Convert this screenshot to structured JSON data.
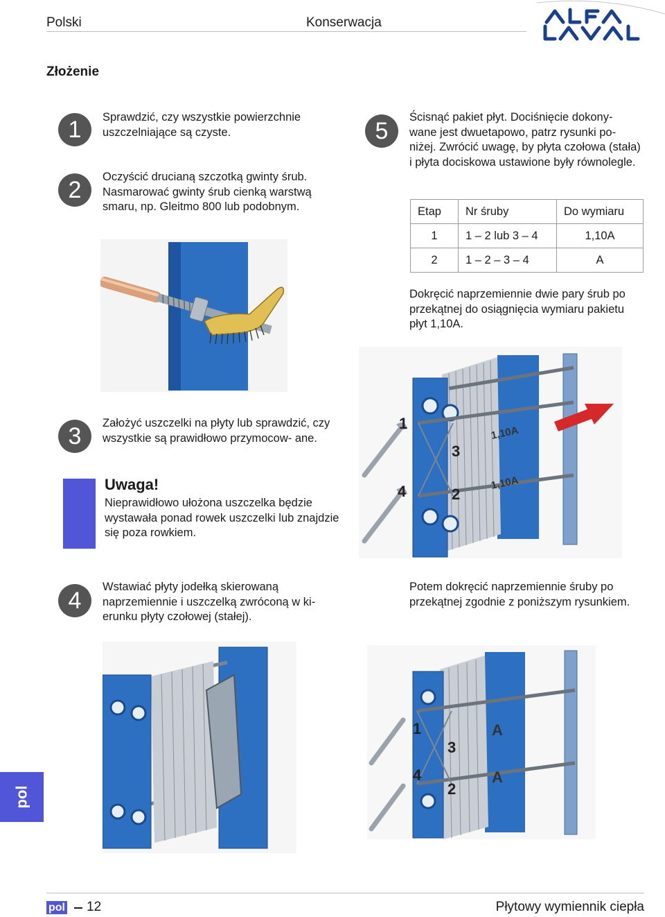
{
  "header": {
    "language": "Polski",
    "section": "Konserwacja"
  },
  "page_title": "Złożenie",
  "steps": {
    "s1": {
      "num": "1",
      "text": "Sprawdzić, czy wszystkie powierzchnie uszczelniające są czyste."
    },
    "s2": {
      "num": "2",
      "text": "Oczyścić drucianą szczotką gwinty śrub. Nasmarować gwinty śrub cienką warstwą smaru, np. Gleitmo 800 lub podobnym."
    },
    "s3": {
      "num": "3",
      "text": "Założyć uszczelki na płyty lub sprawdzić, czy wszystkie są prawidłowo przymocow- ane."
    },
    "s4": {
      "num": "4",
      "text": "Wstawiać płyty jodełką skierowaną naprzemiennie i uszczelką zwróconą w ki- erunku płyty czołowej (stałej)."
    },
    "s5": {
      "num": "5",
      "text": "Ścisnąć pakiet płyt. Dociśnięcie dokony- wane jest dwuetapowo, patrz rysunki po- niżej. Zwrócić uwagę, by płyta czołowa (stała) i płyta dociskowa ustawione były równolegle."
    }
  },
  "warning": {
    "title": "Uwaga!",
    "text": "Nieprawidłowo ułożona uszczelka będzie wystawała ponad rowek uszczelki lub znajdzie się poza rowkiem."
  },
  "table": {
    "headers": [
      "Etap",
      "Nr śruby",
      "Do wymiaru"
    ],
    "rows": [
      [
        "1",
        "1 – 2 lub 3 – 4",
        "1,10A"
      ],
      [
        "2",
        "1 – 2 – 3 – 4",
        "A"
      ]
    ]
  },
  "text_tighten_1": "Dokręcić naprzemiennie dwie pary śrub po przekątnej do osiągnięcia wymiaru pakietu płyt 1,10A.",
  "text_tighten_2": "Potem dokręcić naprzemiennie śruby po przekątnej zgodnie z poniższym rysunkiem.",
  "figure_labels": {
    "fig1": {
      "b1": "1",
      "b2": "2",
      "b3": "3",
      "b4": "4",
      "dim": "1,10A"
    },
    "fig2": {
      "b1": "1",
      "b2": "2",
      "b3": "3",
      "b4": "4",
      "dim": "A"
    }
  },
  "side_tab": "pol",
  "footer": {
    "lang_code": "pol",
    "page_number": "12",
    "doc_title": "Płytowy wymiennik ciepła"
  },
  "colors": {
    "brand_blue": "#1a3f8c",
    "accent_blue": "#5156d8",
    "frame_blue": "#2d6fc1",
    "arrow_red": "#d62828"
  },
  "icons": [
    "alfa-laval-logo",
    "wire-brush-illustration",
    "heat-exchanger-illustration",
    "wrench-icon",
    "red-arrow-icon"
  ]
}
